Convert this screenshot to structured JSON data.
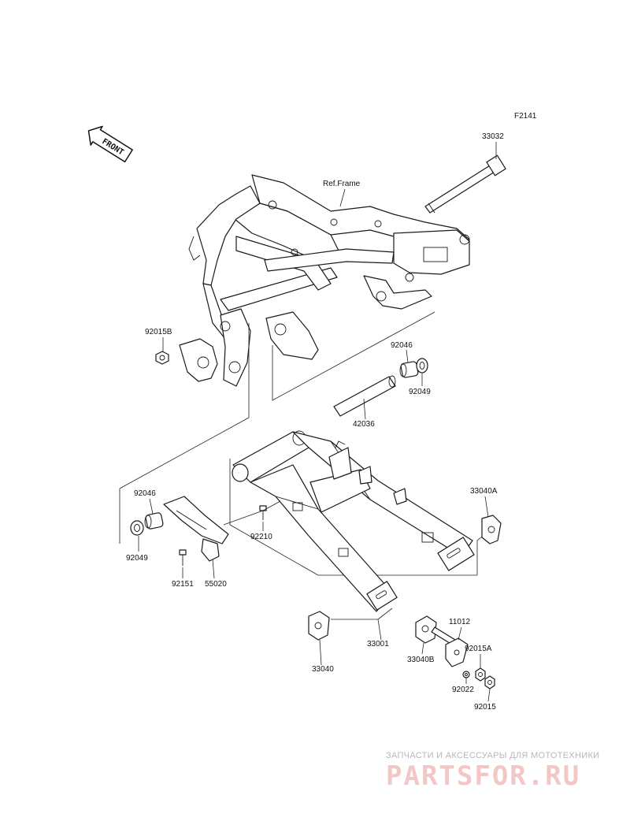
{
  "figure_code": "F2141",
  "front_arrow_label": "FRONT",
  "ref_frame_label": "Ref.Frame",
  "parts": {
    "p33032": "33032",
    "p92015B": "92015B",
    "p92046_right": "92046",
    "p92049_right": "92049",
    "p42036": "42036",
    "p92046_left": "92046",
    "p92049_left": "92049",
    "p92210": "92210",
    "p92151": "92151",
    "p55020": "55020",
    "p33040A": "33040A",
    "p33001": "33001",
    "p33040": "33040",
    "p11012": "11012",
    "p33040B": "33040B",
    "p92015A": "92015A",
    "p92022": "92022",
    "p92015": "92015"
  },
  "watermark": {
    "tagline": "ЗАПЧАСТИ И АКСЕССУАРЫ ДЛЯ МОТОТЕХНИКИ",
    "brand": "PARTSFOR.RU"
  }
}
